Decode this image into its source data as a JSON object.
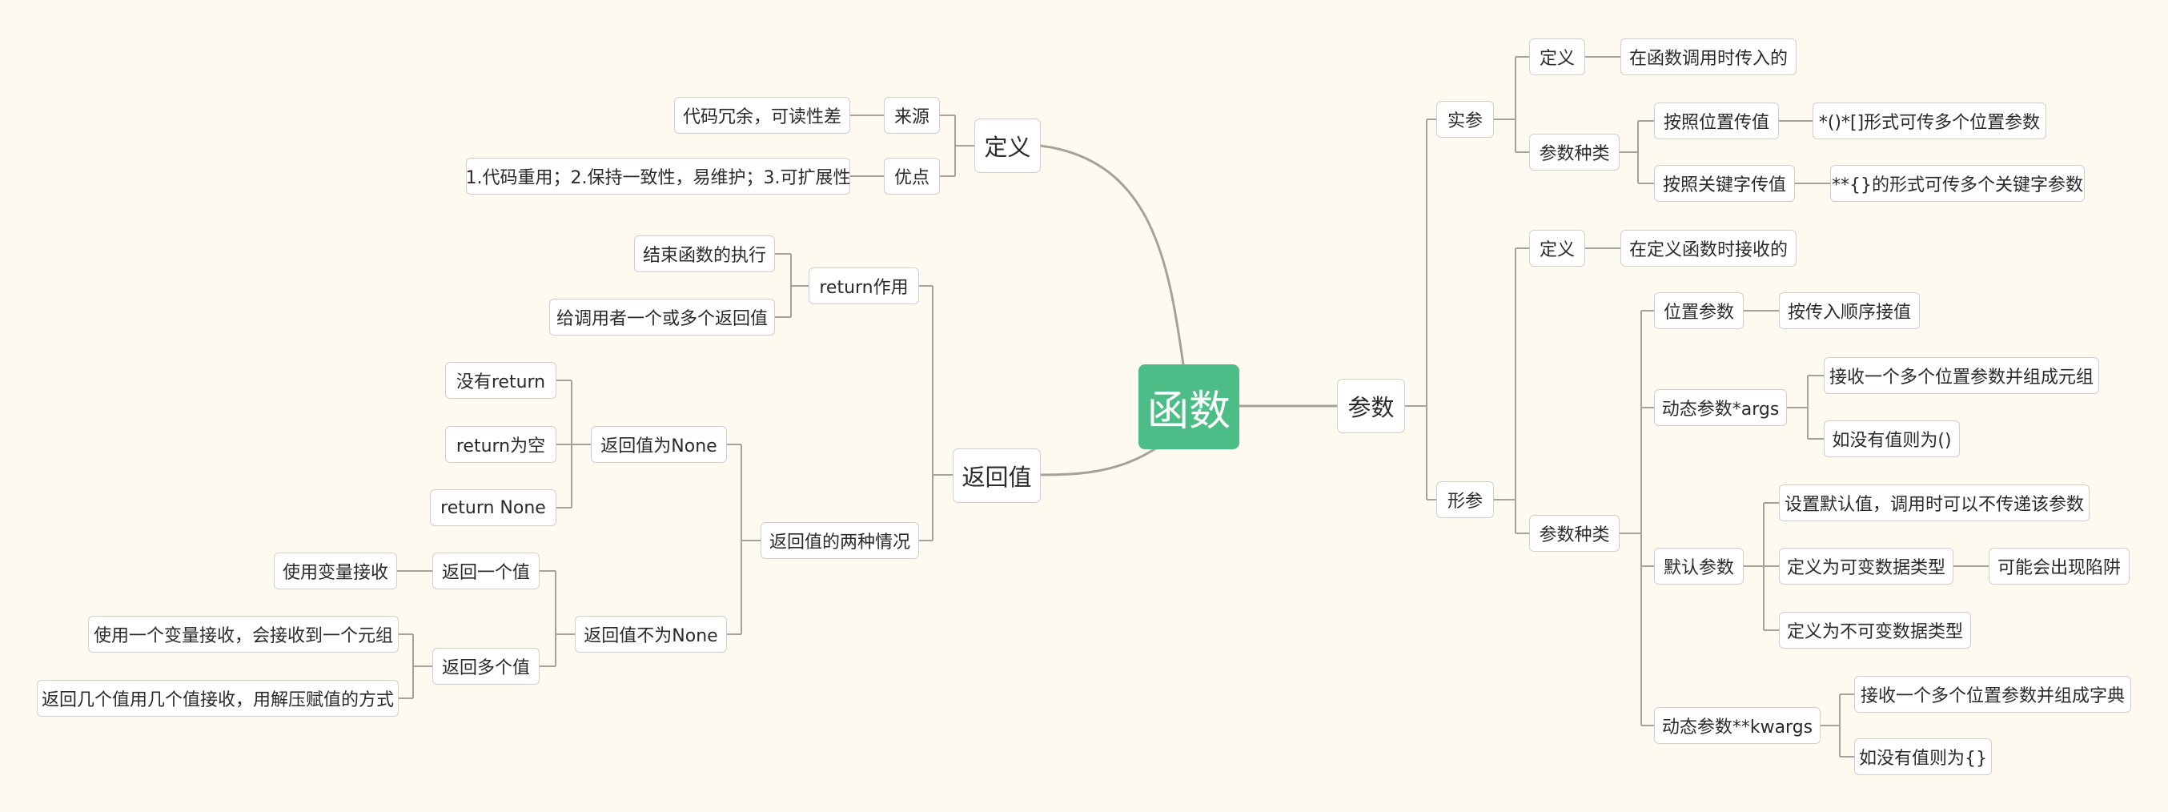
{
  "root": "函数",
  "definition": {
    "label": "定义",
    "source": {
      "label": "来源",
      "detail": "代码冗余，可读性差"
    },
    "advantages": {
      "label": "优点",
      "detail": "1.代码重用；2.保持一致性，易维护；3.可扩展性"
    }
  },
  "return_value": {
    "label": "返回值",
    "purpose": {
      "label": "return作用",
      "items": [
        "结束函数的执行",
        "给调用者一个或多个返回值"
      ]
    },
    "two_cases": {
      "label": "返回值的两种情况",
      "none_case": {
        "label": "返回值为None",
        "items": [
          "没有return",
          "return为空",
          "return None"
        ]
      },
      "not_none_case": {
        "label": "返回值不为None",
        "one_value": {
          "label": "返回一个值",
          "detail": "使用变量接收"
        },
        "multiple_values": {
          "label": "返回多个值",
          "items": [
            "使用一个变量接收，会接收到一个元组",
            "返回几个值用几个值接收，用解压赋值的方式"
          ]
        }
      }
    }
  },
  "parameters": {
    "label": "参数",
    "actual": {
      "label": "实参",
      "definition": {
        "label": "定义",
        "detail": "在函数调用时传入的"
      },
      "kinds": {
        "label": "参数种类",
        "positional": {
          "label": "按照位置传值",
          "detail": "*()*[]形式可传多个位置参数"
        },
        "keyword": {
          "label": "按照关键字传值",
          "detail": "**{}的形式可传多个关键字参数"
        }
      }
    },
    "formal": {
      "label": "形参",
      "definition": {
        "label": "定义",
        "detail": "在定义函数时接收的"
      },
      "kinds": {
        "label": "参数种类",
        "positional": {
          "label": "位置参数",
          "detail": "按传入顺序接值"
        },
        "args": {
          "label": "动态参数*args",
          "items": [
            "接收一个多个位置参数并组成元组",
            "如没有值则为()"
          ]
        },
        "default": {
          "label": "默认参数",
          "set_default": "设置默认值，调用时可以不传递该参数",
          "mutable": {
            "label": "定义为可变数据类型",
            "detail": "可能会出现陷阱"
          },
          "immutable": "定义为不可变数据类型"
        },
        "kwargs": {
          "label": "动态参数**kwargs",
          "items": [
            "接收一个多个位置参数并组成字典",
            "如没有值则为{}"
          ]
        }
      }
    }
  },
  "colors": {
    "background": "#fefaef",
    "root_fill": "#4cbd86",
    "root_text": "#ffffff",
    "node_fill": "#ffffff",
    "node_border": "#cfcfcf",
    "connector": "#a3a39e"
  }
}
